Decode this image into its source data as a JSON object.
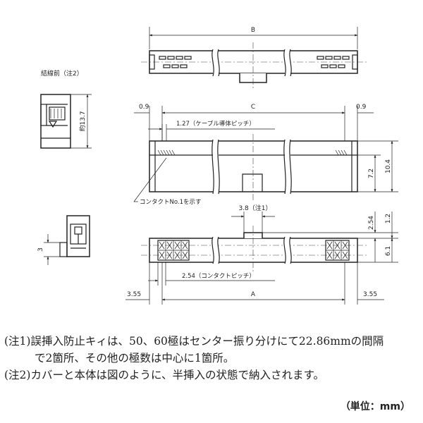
{
  "diagram": {
    "labels": {
      "b": "B",
      "c": "C",
      "a": "A",
      "before_crimp": "結線前（注2）",
      "approx_13_7": "約13.7",
      "d_0_9_left": "0.9",
      "d_0_9_right": "0.9",
      "cable_pitch": "1.27（ケーブル導体ピッチ）",
      "d_7_2": "7.2",
      "d_10_4": "10.4",
      "contact_no1": "コンタクトNo.1を示す",
      "key_3_8": "3.8（注1）",
      "d_2_54_side": "2.54",
      "d_1_2": "1.2",
      "d_6_1": "6.1",
      "d_3": "3",
      "contact_pitch": "2.54（コンタクトピッチ）",
      "d_3_55_left": "3.55",
      "d_3_55_right": "3.55"
    }
  },
  "notes": [
    {
      "mark": "(注1)",
      "text": "誤挿入防止キィは、50、60極はセンター振り分けにて22.86mmの間隔",
      "cont": "で2箇所、その他の極数は中心に1箇所。"
    },
    {
      "mark": "(注2)",
      "text": "カバーと本体は図のように、半挿入の状態で納入されます。"
    }
  ],
  "unit_label": "（単位：mm）"
}
